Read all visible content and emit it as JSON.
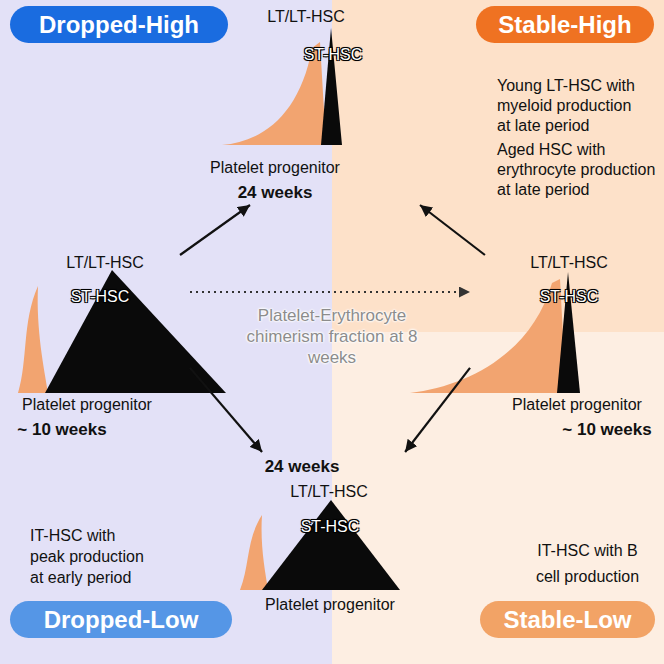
{
  "diagram": {
    "nodes": [
      {
        "text": [
          "Dropped-High"
        ]
      },
      {
        "text": [
          "LT/LT-HSC",
          "ST-HSC",
          "Platelet progenitor",
          "24 weeks"
        ]
      },
      {
        "text": [
          "Stable-High"
        ]
      },
      {
        "text": [
          "LT/LT-HSC",
          "ST-HSC",
          "Platelet progenitor",
          "~ 10 weeks"
        ]
      },
      {
        "text": [
          "LT/LT-HSC",
          "ST-HSC",
          "Platelet progenitor",
          "~ 10 weeks"
        ]
      },
      {
        "text": [
          "24 weeks",
          "LT/LT-HSC",
          "ST-HSC",
          "Platelet progenitor"
        ]
      },
      {
        "text": [
          "Dropped-Low"
        ]
      },
      {
        "text": [
          "Stable-Low"
        ]
      }
    ],
    "edges": [
      {
        "from": 3,
        "to": 1,
        "arrow": "to"
      },
      {
        "from": 3,
        "to": 5,
        "arrow": "to"
      },
      {
        "from": 4,
        "to": 1,
        "arrow": "to"
      },
      {
        "from": 4,
        "to": 5,
        "arrow": "to"
      },
      {
        "from": 3,
        "to": 4,
        "label": "Platelet-Erythrocyte chimerism fraction at 8 weeks",
        "arrow": "to"
      }
    ],
    "labels": [
      "Young LT-HSC with myeloid production at late period",
      "Aged HSC with erythrocyte production at late period",
      "IT-HSC with peak production at early period",
      "IT-HSC with B cell production"
    ]
  }
}
